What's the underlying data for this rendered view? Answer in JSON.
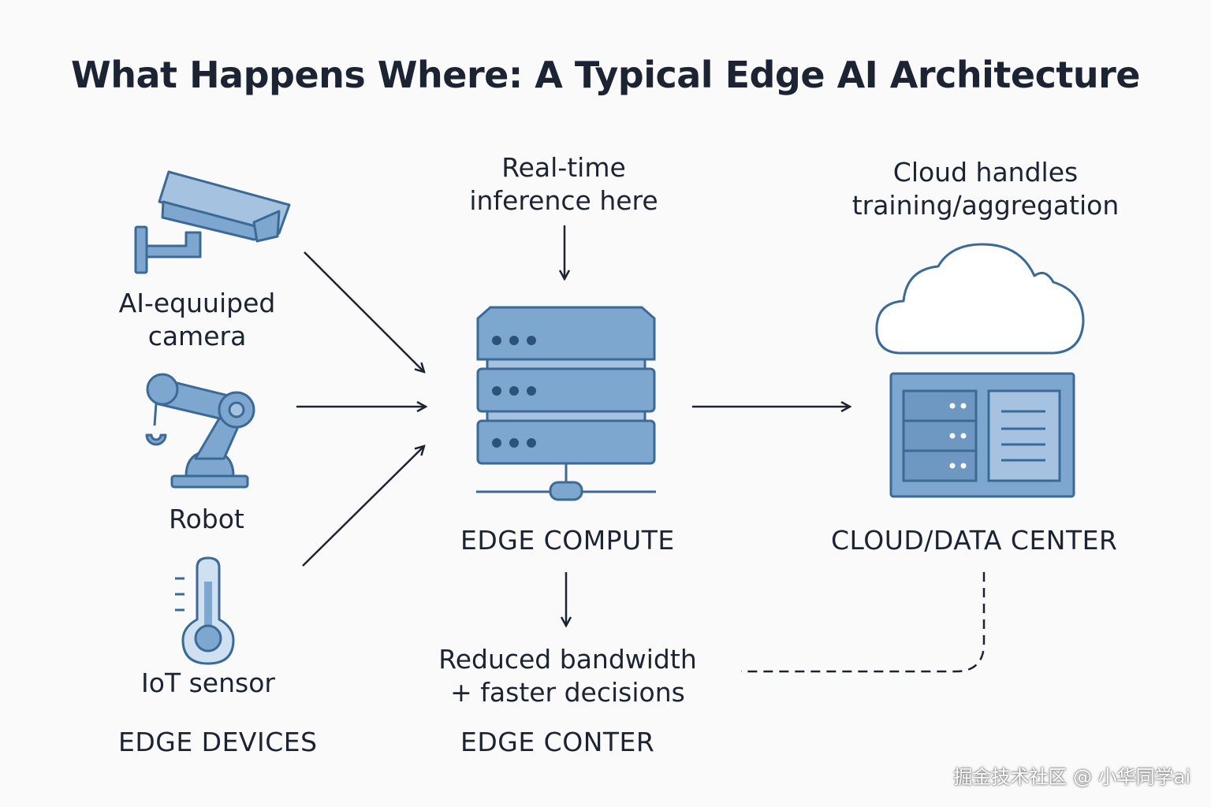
{
  "title": "What Happens Where: A Typical Edge AI Architecture",
  "edge_devices": {
    "camera_label": "AI-equuiped\ncamera",
    "robot_label": "Robot",
    "sensor_label": "IoT sensor",
    "section_label": "EDGE DEVICES",
    "icons": [
      "camera-icon",
      "robot-arm-icon",
      "thermometer-icon"
    ]
  },
  "edge_compute": {
    "top_note": "Real-time\ninference here",
    "label": "EDGE COMPUTE",
    "bottom_note": "Reduced bandwidth\n+ faster decisions",
    "section_label": "EDGE CONTER",
    "icon": "server-stack-icon"
  },
  "cloud": {
    "top_note": "Cloud handles\ntraining/aggregation",
    "label": "CLOUD/DATA CENTER",
    "icons": [
      "cloud-icon",
      "data-center-icon"
    ]
  },
  "colors": {
    "fill": "#7ea7cf",
    "fill_light": "#a5c3e0",
    "stroke": "#3b6a96",
    "dark": "#2d5278",
    "line": "#1c2433"
  },
  "watermark": "掘金技术社区 @ 小华同学ai"
}
